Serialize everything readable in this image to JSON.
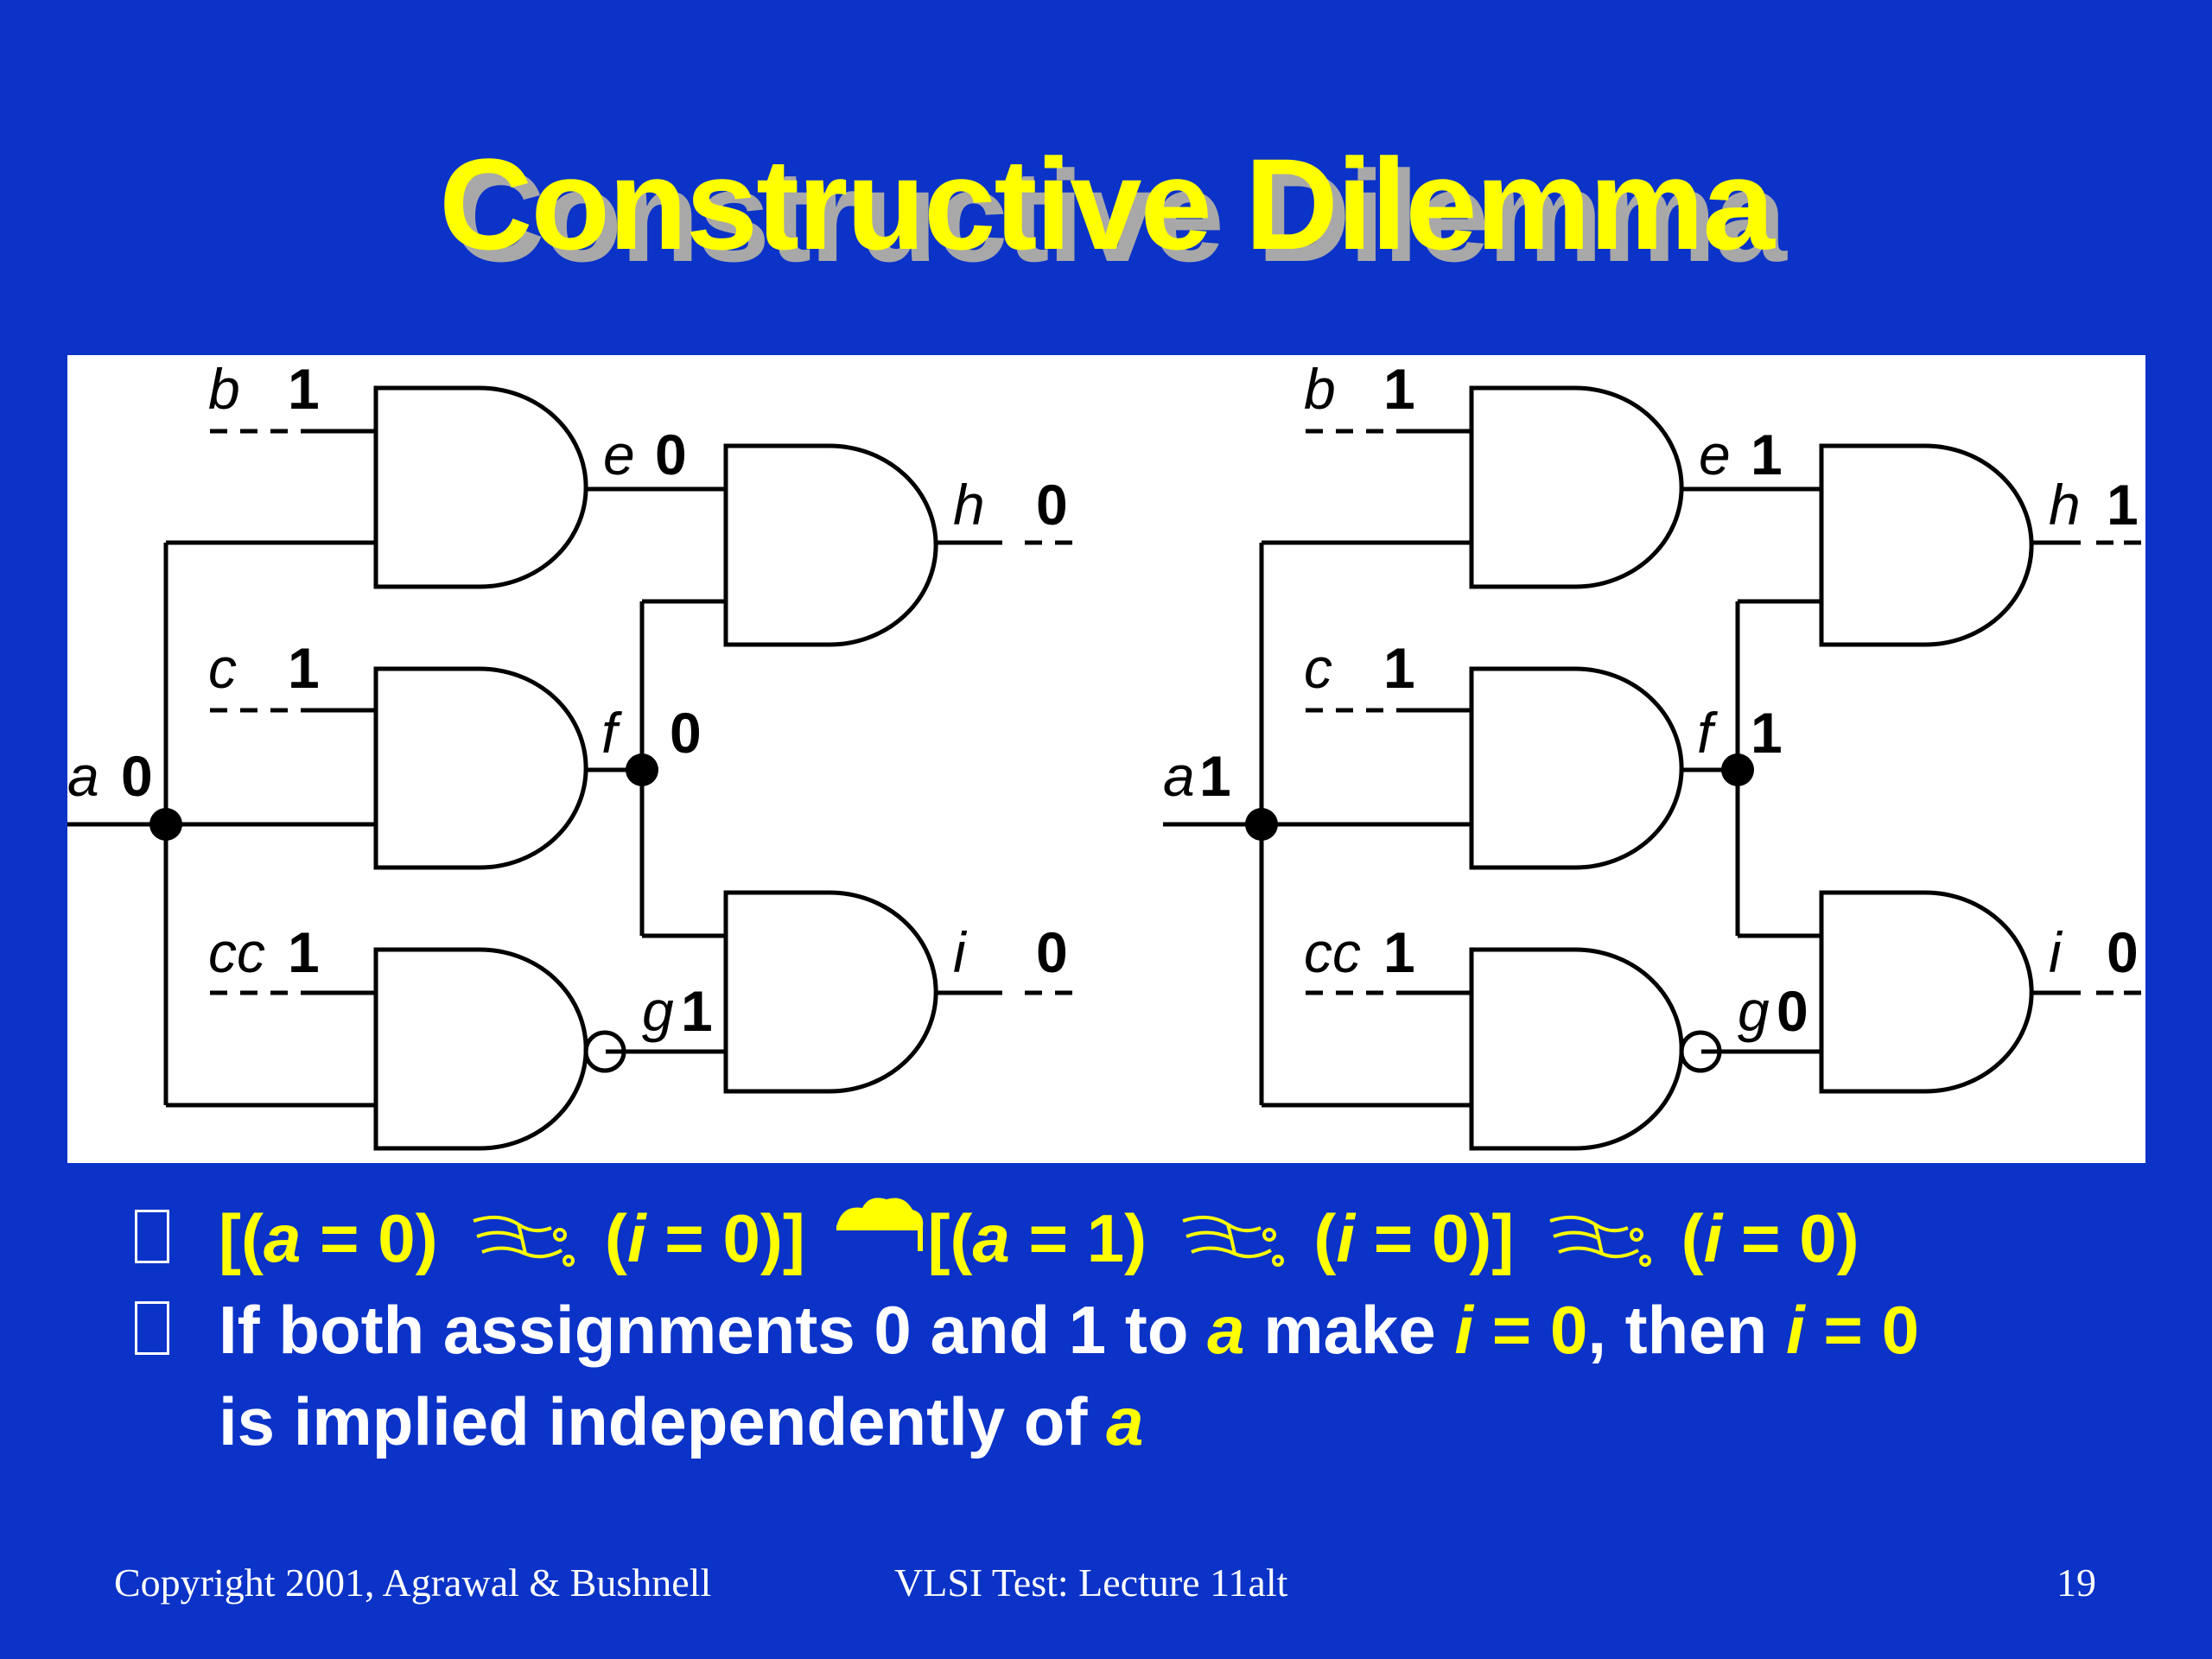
{
  "slide": {
    "title": "Constructive Dilemma",
    "colors": {
      "background": "#0b33c8",
      "title": "#ffff00",
      "title_shadow": "#a8a8a8",
      "highlight": "#ffff00",
      "text": "#ffffff"
    }
  },
  "diagrams": [
    {
      "input": {
        "name": "a",
        "value": "0"
      },
      "lines": [
        {
          "name": "b",
          "value": "1"
        },
        {
          "name": "c",
          "value": "1"
        },
        {
          "name": "cc",
          "value": "1"
        },
        {
          "name": "e",
          "value": "0"
        },
        {
          "name": "f",
          "value": "0"
        },
        {
          "name": "g",
          "value": "1"
        },
        {
          "name": "h",
          "value": "0"
        },
        {
          "name": "i",
          "value": "0"
        }
      ]
    },
    {
      "input": {
        "name": "a",
        "value": "1"
      },
      "lines": [
        {
          "name": "b",
          "value": "1"
        },
        {
          "name": "c",
          "value": "1"
        },
        {
          "name": "cc",
          "value": "1"
        },
        {
          "name": "e",
          "value": "1"
        },
        {
          "name": "f",
          "value": "1"
        },
        {
          "name": "g",
          "value": "0"
        },
        {
          "name": "h",
          "value": "1"
        },
        {
          "name": "i",
          "value": "0"
        }
      ]
    }
  ],
  "bullets": {
    "formula": {
      "open1": "[(",
      "var_a": "a",
      "eq0": " = 0) ",
      "open2": " (",
      "var_i": "i",
      "eq_i0": " = 0)] ",
      "open3": "[(",
      "var_a2": "a",
      "eq1": " = 1) ",
      "open4": " (",
      "var_i2": "i",
      "eq_i0b": " = 0)] ",
      "open5": " (",
      "var_i3": "i",
      "eq_i0c": " = 0)",
      "implies_icon": "implies-symbol-icon",
      "and_icon": "cloud-symbol-icon"
    },
    "statement": {
      "part1": "If both assignments 0 and 1 to ",
      "var_a": "a",
      "part2": " make ",
      "var_i": "i",
      "eq1": " = 0",
      "part3": ", then ",
      "var_i2": "i",
      "eq2": " = 0",
      "part4": "is implied independently of ",
      "var_a2": "a"
    }
  },
  "footer": {
    "copyright": "Copyright 2001, Agrawal & Bushnell",
    "course": "VLSI Test: Lecture 11alt",
    "page": "19"
  }
}
